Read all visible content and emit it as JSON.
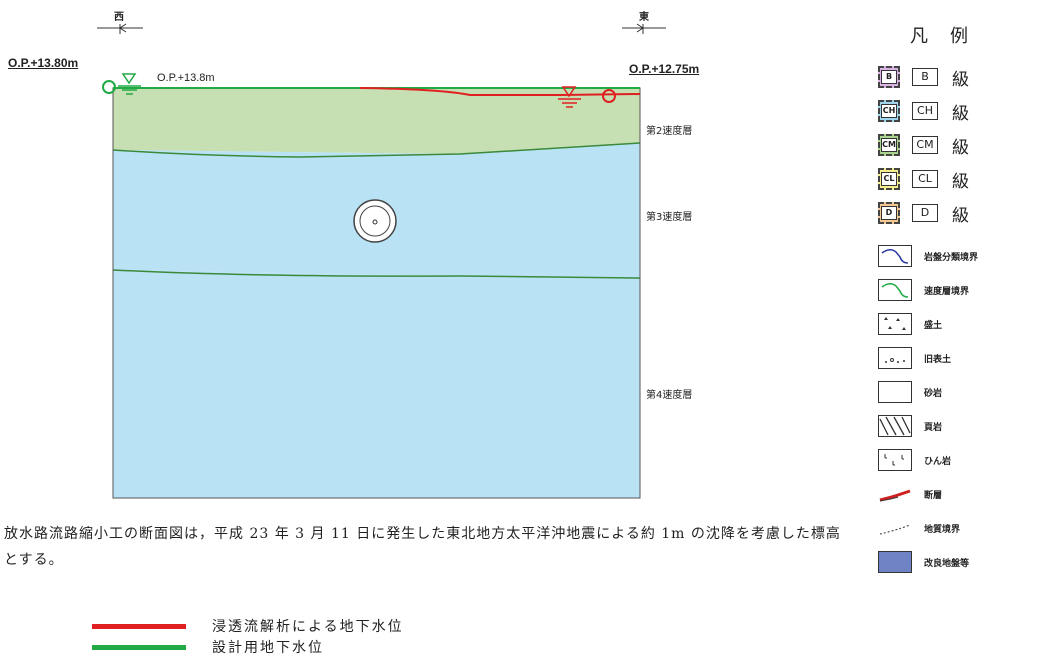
{
  "directions": {
    "west": "西",
    "east": "東"
  },
  "elevations": {
    "left_label": "O.P.+13.80m",
    "inner_label": "O.P.+13.8m",
    "right_label": "O.P.+12.75m"
  },
  "layers": {
    "second": "第2速度層",
    "third": "第3速度層",
    "fourth": "第4速度層"
  },
  "colors": {
    "layer_green": "#c6e0b4",
    "layer_blue": "#b9e2f5",
    "infiltration_line": "#e02020",
    "design_line": "#22aa44",
    "modified_ground": "#6f83c4"
  },
  "note": "放水路流路縮小工の断面図は，平成 23 年 3 月 11 日に発生した東北地方太平洋沖地震による約 1m の沈降を考慮した標高とする。",
  "water_levels": [
    {
      "label": "浸透流解析による地下水位",
      "color": "#e02020"
    },
    {
      "label": "設計用地下水位",
      "color": "#22aa44"
    }
  ],
  "legend": {
    "title": "凡例",
    "grades": [
      {
        "code": "B",
        "suffix": "級",
        "color": "#d9b3e6"
      },
      {
        "code": "CH",
        "suffix": "級",
        "color": "#9fd6ef"
      },
      {
        "code": "CM",
        "suffix": "級",
        "color": "#a9d38f"
      },
      {
        "code": "CL",
        "suffix": "級",
        "color": "#f4ee8a"
      },
      {
        "code": "D",
        "suffix": "級",
        "color": "#f4c894"
      }
    ],
    "symbols": [
      {
        "label": "岩盤分類境界",
        "icon": "rock-class-boundary-icon"
      },
      {
        "label": "速度層境界",
        "icon": "velocity-boundary-icon"
      },
      {
        "label": "盛土",
        "icon": "fill-soil-icon"
      },
      {
        "label": "旧表土",
        "icon": "old-topsoil-icon"
      },
      {
        "label": "砂岩",
        "icon": "sandstone-icon"
      },
      {
        "label": "頁岩",
        "icon": "shale-icon"
      },
      {
        "label": "ひん岩",
        "icon": "porphyrite-icon"
      },
      {
        "label": "断層",
        "icon": "fault-icon"
      },
      {
        "label": "地質境界",
        "icon": "geologic-boundary-icon"
      },
      {
        "label": "改良地盤等",
        "icon": "improved-ground-icon"
      }
    ]
  }
}
